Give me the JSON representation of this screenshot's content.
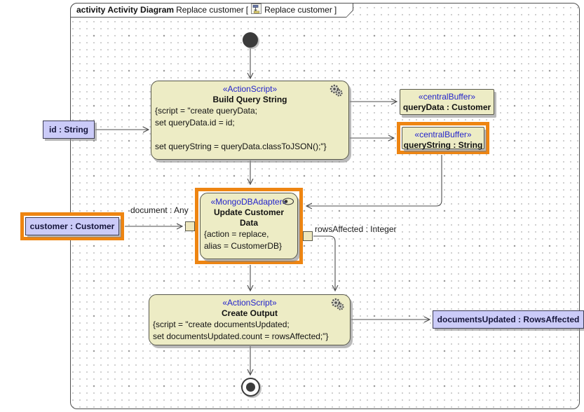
{
  "header": {
    "keyword": "activity",
    "type": "Activity Diagram",
    "name": "Replace customer",
    "bracket_open": "[",
    "bracket_close": "]",
    "ref": "Replace customer"
  },
  "nodes": {
    "buildQuery": {
      "stereotype": "«ActionScript»",
      "name": "Build Query String",
      "line1": "{script = \"create queryData;",
      "line2": "set queryData.id = id;",
      "line3": "",
      "line4": "set queryString = queryData.classToJSON();\"}"
    },
    "queryData": {
      "stereotype": "«centralBuffer»",
      "name": "queryData : Customer"
    },
    "queryString": {
      "stereotype": "«centralBuffer»",
      "name": "queryString : String"
    },
    "updateCustomer": {
      "stereotype": "«MongoDBAdapter»",
      "name": "Update Customer Data",
      "line1": "{action = replace,",
      "line2": "alias = CustomerDB}"
    },
    "createOutput": {
      "stereotype": "«ActionScript»",
      "name": "Create Output",
      "line1": "{script = \"create documentsUpdated;",
      "line2": "set documentsUpdated.count = rowsAffected;\"}"
    },
    "paramId": {
      "label": "id : String"
    },
    "paramCustomer": {
      "label": "customer : Customer"
    },
    "paramDocuments": {
      "label": "documentsUpdated : RowsAffected"
    }
  },
  "edgeLabels": {
    "document": "document : Any",
    "rowsAffected": "rowsAffected : Integer"
  },
  "colors": {
    "nodeFill": "#EDECC5",
    "nodeBorder": "#57574a",
    "stereotypeBlue": "#2323CC",
    "selectionOrange": "#EE8512",
    "paramFill": "#CBCBF8"
  }
}
